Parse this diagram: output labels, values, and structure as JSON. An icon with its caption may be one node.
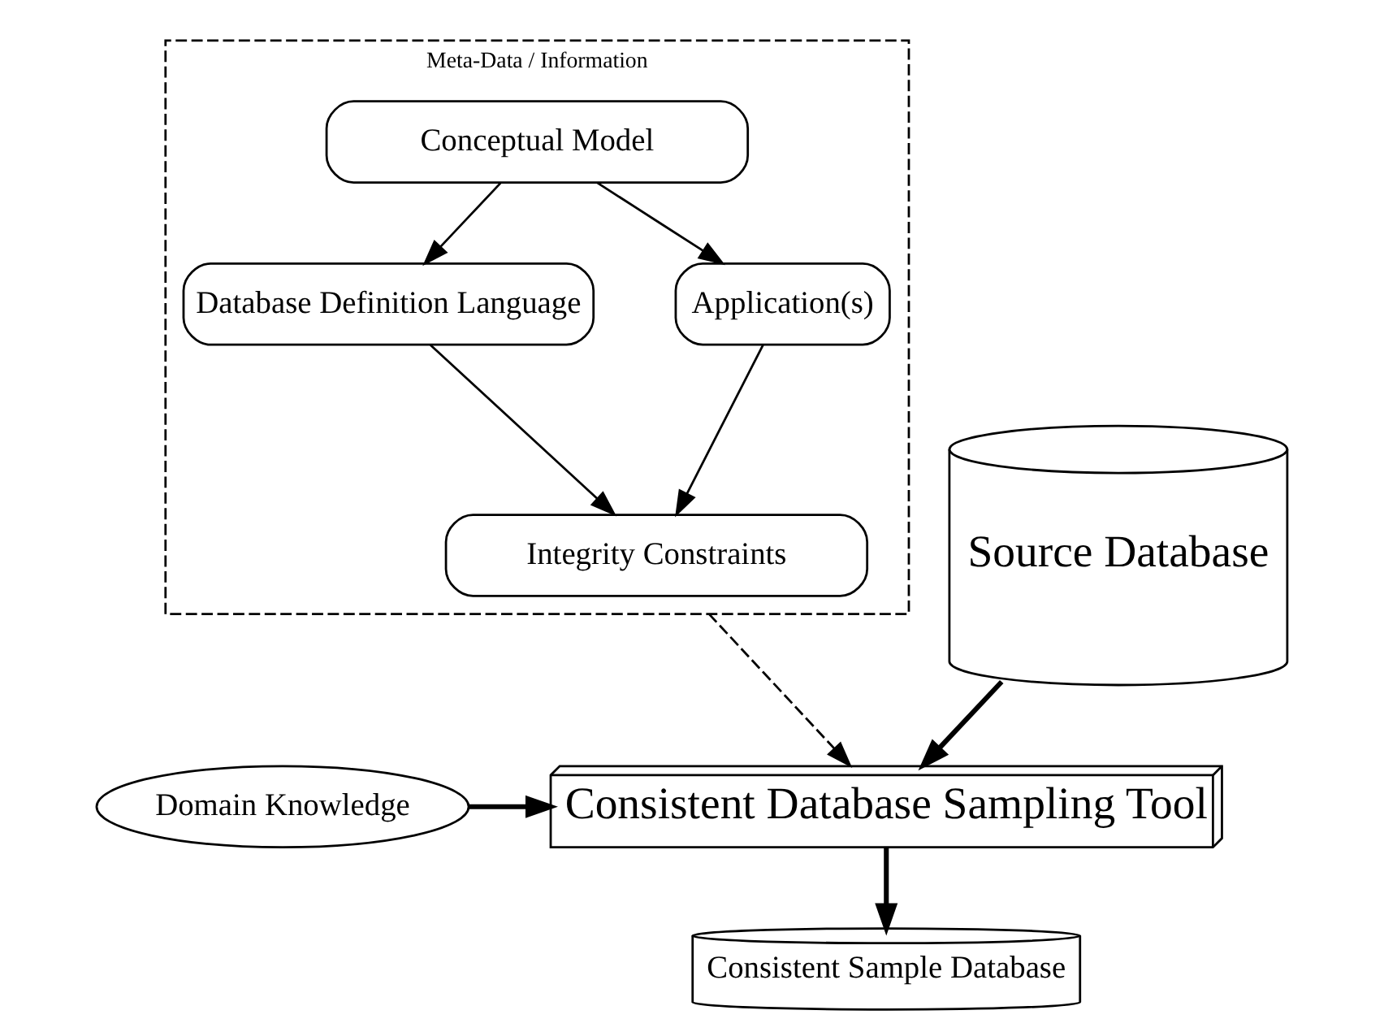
{
  "diagram": {
    "nodes": [
      {
        "text": [
          "Meta-Data / Information"
        ]
      },
      {
        "text": [
          "Conceptual Model"
        ],
        "in": 0
      },
      {
        "text": [
          "Database Definition Language"
        ],
        "in": 0
      },
      {
        "text": [
          "Application(s)"
        ],
        "in": 0
      },
      {
        "text": [
          "Integrity Constraints"
        ],
        "in": 0
      },
      {
        "text": [
          "Source Database"
        ]
      },
      {
        "text": [
          "Consistent Database Sampling Tool"
        ]
      },
      {
        "text": [
          "Domain Knowledge"
        ]
      },
      {
        "text": [
          "Consistent Sample Database"
        ]
      }
    ],
    "edges": [
      {
        "from": 1,
        "to": 2,
        "arrow": "to"
      },
      {
        "from": 1,
        "to": 3,
        "arrow": "to"
      },
      {
        "from": 2,
        "to": 4,
        "arrow": "to"
      },
      {
        "from": 3,
        "to": 4,
        "arrow": "to"
      },
      {
        "from": 5,
        "to": 6,
        "arrow": "to",
        "style": "thick"
      },
      {
        "from": 0,
        "to": 6,
        "arrow": "to",
        "style": "dashed"
      },
      {
        "from": 7,
        "to": 6,
        "arrow": "to",
        "style": "thick"
      },
      {
        "from": 6,
        "to": 8,
        "arrow": "to",
        "style": "thick"
      }
    ]
  }
}
